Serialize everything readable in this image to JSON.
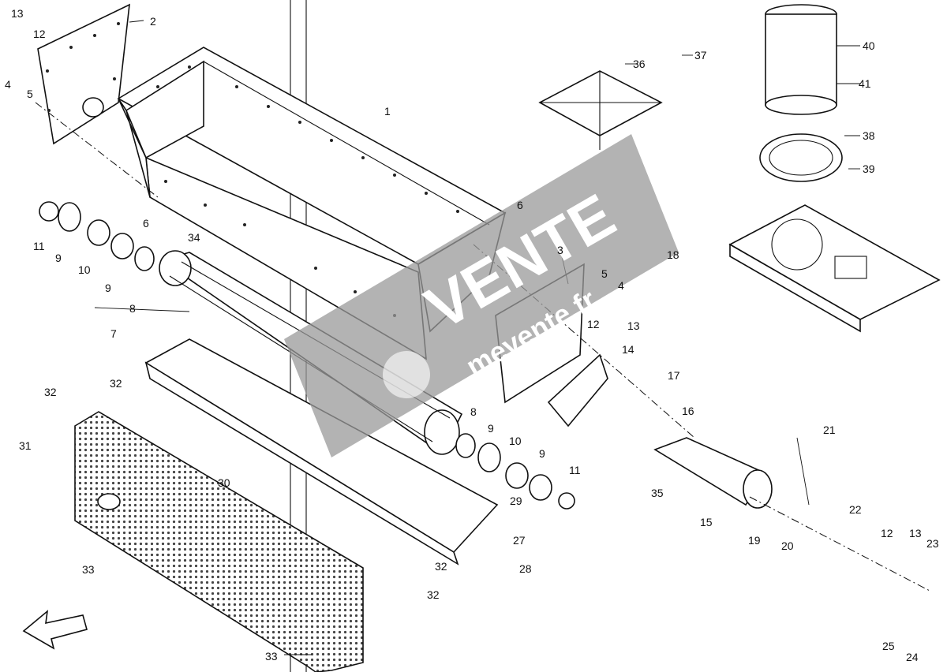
{
  "diagram": {
    "watermark": {
      "main": "VENTE",
      "sub": "mevente.fr"
    },
    "parts": [
      {
        "num": "1",
        "pos": "top"
      },
      {
        "num": "2"
      },
      {
        "num": "3"
      },
      {
        "num": "4"
      },
      {
        "num": "4"
      },
      {
        "num": "5"
      },
      {
        "num": "5"
      },
      {
        "num": "6"
      },
      {
        "num": "6"
      },
      {
        "num": "7"
      },
      {
        "num": "8"
      },
      {
        "num": "8"
      },
      {
        "num": "9"
      },
      {
        "num": "9"
      },
      {
        "num": "9"
      },
      {
        "num": "9"
      },
      {
        "num": "10"
      },
      {
        "num": "10"
      },
      {
        "num": "11"
      },
      {
        "num": "11"
      },
      {
        "num": "12"
      },
      {
        "num": "12"
      },
      {
        "num": "12"
      },
      {
        "num": "13"
      },
      {
        "num": "13"
      },
      {
        "num": "13"
      },
      {
        "num": "14"
      },
      {
        "num": "15"
      },
      {
        "num": "16"
      },
      {
        "num": "17"
      },
      {
        "num": "18"
      },
      {
        "num": "19"
      },
      {
        "num": "20"
      },
      {
        "num": "21"
      },
      {
        "num": "22"
      },
      {
        "num": "23"
      },
      {
        "num": "24"
      },
      {
        "num": "25"
      },
      {
        "num": "27"
      },
      {
        "num": "28"
      },
      {
        "num": "29"
      },
      {
        "num": "30"
      },
      {
        "num": "31"
      },
      {
        "num": "32"
      },
      {
        "num": "32"
      },
      {
        "num": "32"
      },
      {
        "num": "32"
      },
      {
        "num": "33"
      },
      {
        "num": "33"
      },
      {
        "num": "34"
      },
      {
        "num": "35"
      },
      {
        "num": "36"
      },
      {
        "num": "37"
      },
      {
        "num": "38"
      },
      {
        "num": "39"
      },
      {
        "num": "40"
      },
      {
        "num": "41"
      }
    ]
  }
}
